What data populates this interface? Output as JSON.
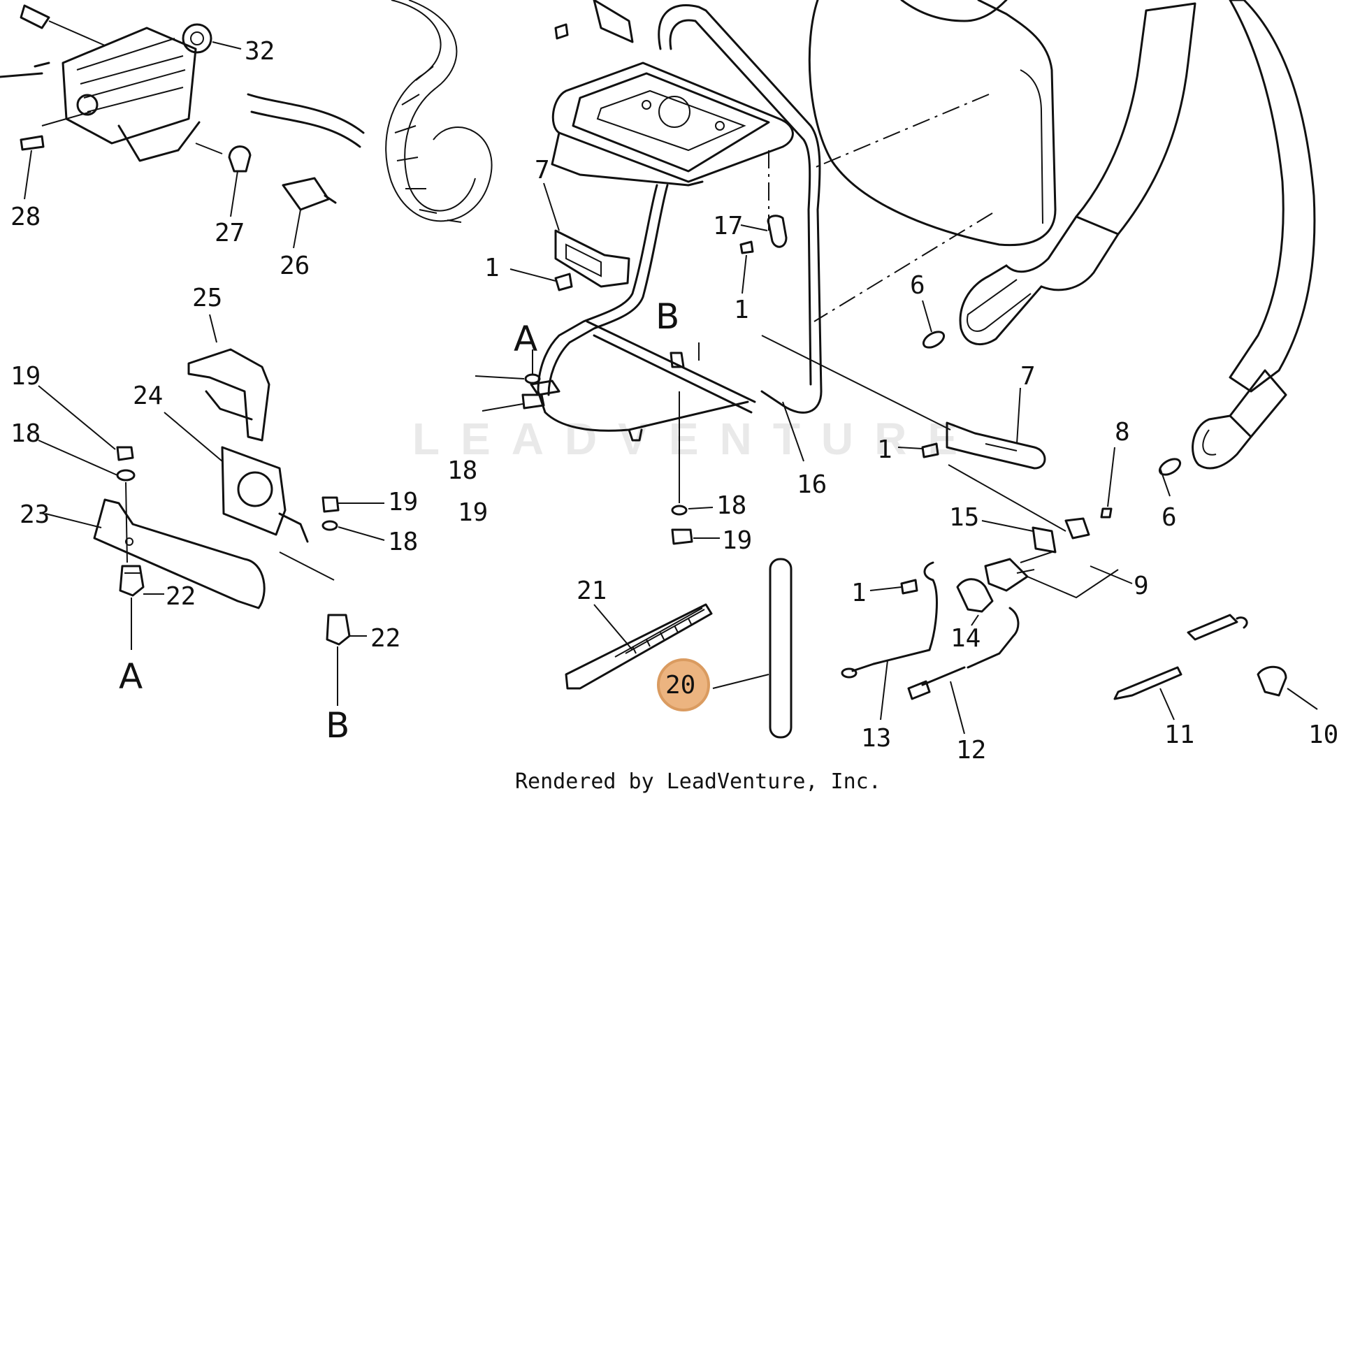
{
  "watermark": "LEADVENTURE",
  "credit": "Rendered by LeadVenture, Inc.",
  "highlight_color": "#e9a86b",
  "highlighted_callout": "20",
  "callouts": {
    "c32": "32",
    "c28": "28",
    "c27": "27",
    "c26": "26",
    "c25": "25",
    "c24": "24",
    "c23": "23",
    "c19a": "19",
    "c18a": "18",
    "c19b": "19",
    "c18b": "18",
    "c22a": "22",
    "c22b": "22",
    "c7a": "7",
    "c1a": "1",
    "c17": "17",
    "c1b": "1",
    "c18c": "18",
    "c19c": "19",
    "c18d": "18",
    "c19d": "19",
    "c6a": "6",
    "c16": "16",
    "c7b": "7",
    "c1c": "1",
    "c8": "8",
    "c6b": "6",
    "c15": "15",
    "c9": "9",
    "c1d": "1",
    "c21": "21",
    "c20": "20",
    "c14": "14",
    "c13": "13",
    "c12": "12",
    "c11": "11",
    "c10": "10"
  },
  "letters": {
    "A1": "A",
    "B1": "B",
    "A2": "A",
    "B2": "B"
  }
}
